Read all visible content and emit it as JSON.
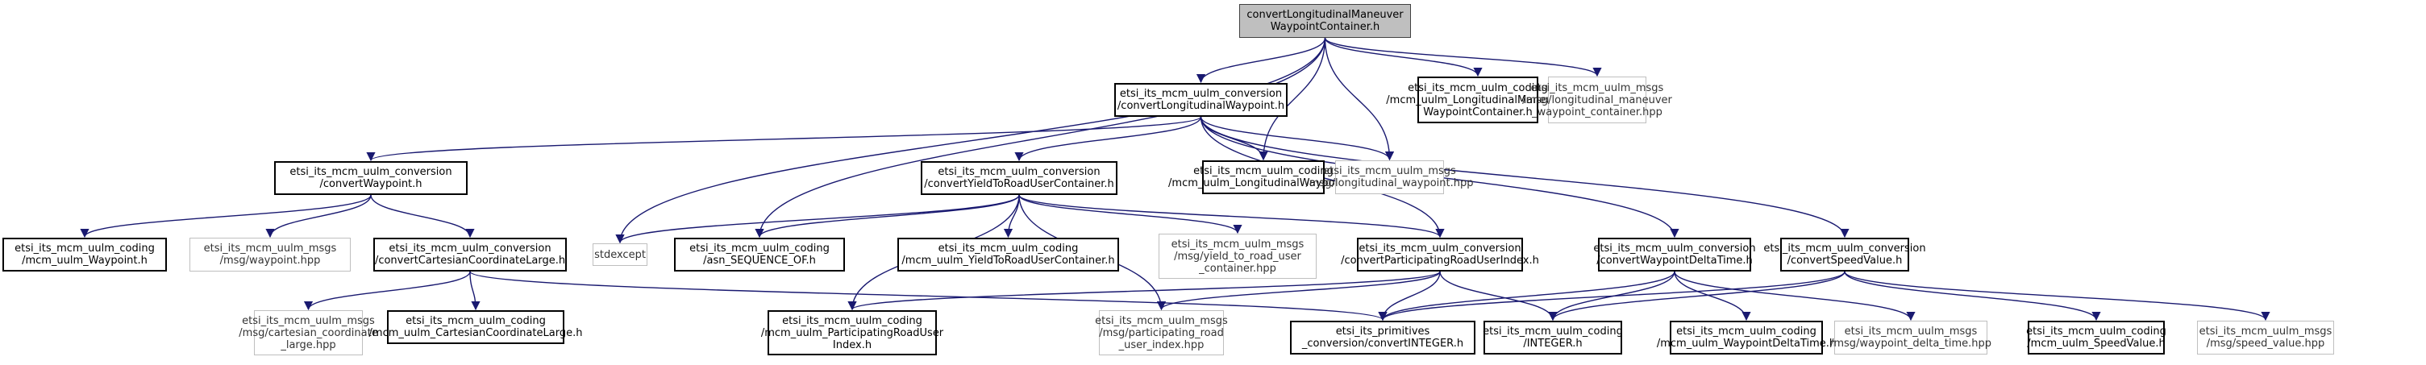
{
  "graph": {
    "type": "include-dependency-graph",
    "root": {
      "id": "root",
      "lines": [
        "convertLongitudinalManeuver",
        "WaypointContainer.h"
      ]
    },
    "nodes": [
      {
        "id": "n_lwp",
        "lines": [
          "etsi_its_mcm_uulm_conversion",
          "/convertLongitudinalWaypoint.h"
        ],
        "kind": "internal"
      },
      {
        "id": "n_cod_lmwc",
        "lines": [
          "etsi_its_mcm_uulm_coding",
          "/mcm_uulm_LongitudinalManeuver",
          "WaypointContainer.h"
        ],
        "kind": "internal"
      },
      {
        "id": "n_msg_lmwc",
        "lines": [
          "etsi_its_mcm_uulm_msgs",
          "/msg/longitudinal_maneuver",
          "_waypoint_container.hpp"
        ],
        "kind": "external"
      },
      {
        "id": "n_wp",
        "lines": [
          "etsi_its_mcm_uulm_conversion",
          "/convertWaypoint.h"
        ],
        "kind": "internal"
      },
      {
        "id": "n_yield",
        "lines": [
          "etsi_its_mcm_uulm_conversion",
          "/convertYieldToRoadUserContainer.h"
        ],
        "kind": "internal"
      },
      {
        "id": "n_cod_lwp",
        "lines": [
          "etsi_its_mcm_uulm_coding",
          "/mcm_uulm_LongitudinalWaypoint.h"
        ],
        "kind": "internal"
      },
      {
        "id": "n_msg_lwp",
        "lines": [
          "etsi_its_mcm_uulm_msgs",
          "/msg/longitudinal_waypoint.hpp"
        ],
        "kind": "external"
      },
      {
        "id": "n_cod_wp",
        "lines": [
          "etsi_its_mcm_uulm_coding",
          "/mcm_uulm_Waypoint.h"
        ],
        "kind": "internal"
      },
      {
        "id": "n_msg_wp",
        "lines": [
          "etsi_its_mcm_uulm_msgs",
          "/msg/waypoint.hpp"
        ],
        "kind": "external"
      },
      {
        "id": "n_ccl",
        "lines": [
          "etsi_its_mcm_uulm_conversion",
          "/convertCartesianCoordinateLarge.h"
        ],
        "kind": "internal"
      },
      {
        "id": "n_stdexcept",
        "lines": [
          "stdexcept"
        ],
        "kind": "external"
      },
      {
        "id": "n_seqof",
        "lines": [
          "etsi_its_mcm_uulm_coding",
          "/asn_SEQUENCE_OF.h"
        ],
        "kind": "internal"
      },
      {
        "id": "n_cod_yield",
        "lines": [
          "etsi_its_mcm_uulm_coding",
          "/mcm_uulm_YieldToRoadUserContainer.h"
        ],
        "kind": "internal"
      },
      {
        "id": "n_msg_yield",
        "lines": [
          "etsi_its_mcm_uulm_msgs",
          "/msg/yield_to_road_user",
          "_container.hpp"
        ],
        "kind": "external"
      },
      {
        "id": "n_prui",
        "lines": [
          "etsi_its_mcm_uulm_conversion",
          "/convertParticipatingRoadUserIndex.h"
        ],
        "kind": "internal"
      },
      {
        "id": "n_wpdt",
        "lines": [
          "etsi_its_mcm_uulm_conversion",
          "/convertWaypointDeltaTime.h"
        ],
        "kind": "internal"
      },
      {
        "id": "n_speed",
        "lines": [
          "etsi_its_mcm_uulm_conversion",
          "/convertSpeedValue.h"
        ],
        "kind": "internal"
      },
      {
        "id": "n_msg_ccl",
        "lines": [
          "etsi_its_mcm_uulm_msgs",
          "/msg/cartesian_coordinate",
          "_large.hpp"
        ],
        "kind": "external"
      },
      {
        "id": "n_cod_ccl",
        "lines": [
          "etsi_its_mcm_uulm_coding",
          "/mcm_uulm_CartesianCoordinateLarge.h"
        ],
        "kind": "internal"
      },
      {
        "id": "n_cod_prui",
        "lines": [
          "etsi_its_mcm_uulm_coding",
          "/mcm_uulm_ParticipatingRoadUser",
          "Index.h"
        ],
        "kind": "internal"
      },
      {
        "id": "n_msg_prui",
        "lines": [
          "etsi_its_mcm_uulm_msgs",
          "/msg/participating_road",
          "_user_index.hpp"
        ],
        "kind": "external"
      },
      {
        "id": "n_convint",
        "lines": [
          "etsi_its_primitives",
          "_conversion/convertINTEGER.h"
        ],
        "kind": "internal"
      },
      {
        "id": "n_integer",
        "lines": [
          "etsi_its_mcm_uulm_coding",
          "/INTEGER.h"
        ],
        "kind": "internal"
      },
      {
        "id": "n_cod_wpdt",
        "lines": [
          "etsi_its_mcm_uulm_coding",
          "/mcm_uulm_WaypointDeltaTime.h"
        ],
        "kind": "internal"
      },
      {
        "id": "n_msg_wpdt",
        "lines": [
          "etsi_its_mcm_uulm_msgs",
          "/msg/waypoint_delta_time.hpp"
        ],
        "kind": "external"
      },
      {
        "id": "n_cod_speed",
        "lines": [
          "etsi_its_mcm_uulm_coding",
          "/mcm_uulm_SpeedValue.h"
        ],
        "kind": "internal"
      },
      {
        "id": "n_msg_speed",
        "lines": [
          "etsi_its_mcm_uulm_msgs",
          "/msg/speed_value.hpp"
        ],
        "kind": "external"
      }
    ],
    "edges": [
      [
        "root",
        "n_lwp"
      ],
      [
        "root",
        "n_cod_lmwc"
      ],
      [
        "root",
        "n_msg_lmwc"
      ],
      [
        "root",
        "n_cod_lwp"
      ],
      [
        "root",
        "n_msg_lwp"
      ],
      [
        "root",
        "n_stdexcept"
      ],
      [
        "root",
        "n_seqof"
      ],
      [
        "n_lwp",
        "n_wp"
      ],
      [
        "n_lwp",
        "n_yield"
      ],
      [
        "n_lwp",
        "n_cod_lwp"
      ],
      [
        "n_lwp",
        "n_msg_lwp"
      ],
      [
        "n_lwp",
        "n_prui"
      ],
      [
        "n_lwp",
        "n_wpdt"
      ],
      [
        "n_lwp",
        "n_speed"
      ],
      [
        "n_wp",
        "n_cod_wp"
      ],
      [
        "n_wp",
        "n_msg_wp"
      ],
      [
        "n_wp",
        "n_ccl"
      ],
      [
        "n_ccl",
        "n_msg_ccl"
      ],
      [
        "n_ccl",
        "n_cod_ccl"
      ],
      [
        "n_ccl",
        "n_convint"
      ],
      [
        "n_yield",
        "n_stdexcept"
      ],
      [
        "n_yield",
        "n_seqof"
      ],
      [
        "n_yield",
        "n_cod_yield"
      ],
      [
        "n_yield",
        "n_msg_yield"
      ],
      [
        "n_yield",
        "n_prui"
      ],
      [
        "n_yield",
        "n_cod_prui"
      ],
      [
        "n_yield",
        "n_msg_prui"
      ],
      [
        "n_prui",
        "n_cod_prui"
      ],
      [
        "n_prui",
        "n_msg_prui"
      ],
      [
        "n_prui",
        "n_convint"
      ],
      [
        "n_prui",
        "n_integer"
      ],
      [
        "n_wpdt",
        "n_convint"
      ],
      [
        "n_wpdt",
        "n_integer"
      ],
      [
        "n_wpdt",
        "n_cod_wpdt"
      ],
      [
        "n_wpdt",
        "n_msg_wpdt"
      ],
      [
        "n_speed",
        "n_convint"
      ],
      [
        "n_speed",
        "n_integer"
      ],
      [
        "n_speed",
        "n_cod_speed"
      ],
      [
        "n_speed",
        "n_msg_speed"
      ]
    ],
    "colors": {
      "edge": "#191970",
      "root_fill": "#bfbfbf",
      "external_border": "#bfbfbf",
      "internal_border": "#000000"
    }
  }
}
